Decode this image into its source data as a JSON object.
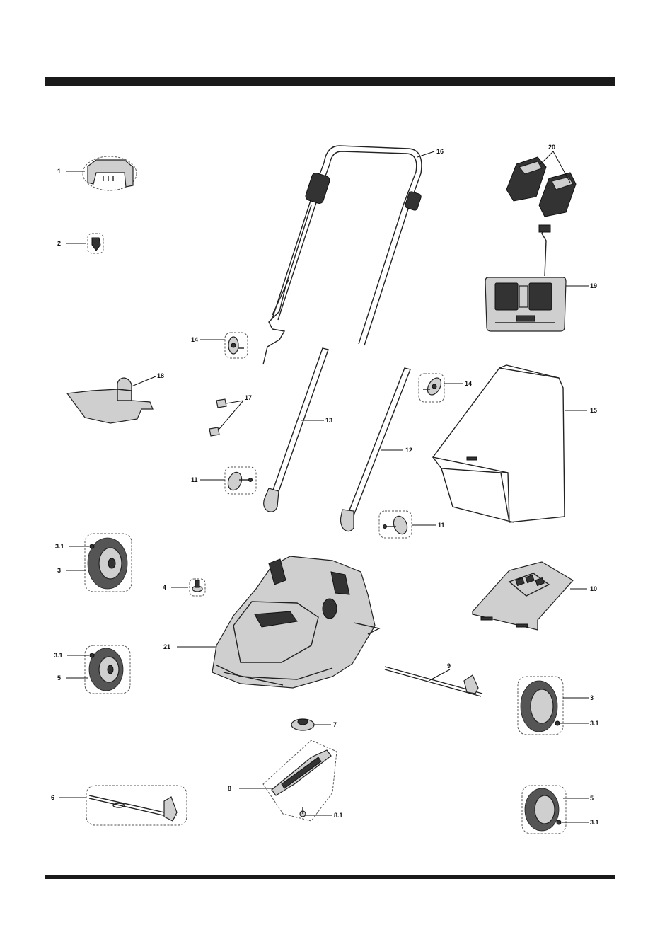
{
  "labels": {
    "p1": "1",
    "p2": "2",
    "p3a": "3",
    "p31a": "3.1",
    "p4": "4",
    "p31b": "3.1",
    "p5a": "5",
    "p6": "6",
    "p7": "7",
    "p8": "8",
    "p81": "8.1",
    "p9": "9",
    "p10": "10",
    "p11a": "11",
    "p11b": "11",
    "p12": "12",
    "p13": "13",
    "p14a": "14",
    "p14b": "14",
    "p15": "15",
    "p16": "16",
    "p17": "17",
    "p18": "18",
    "p19": "19",
    "p20": "20",
    "p21": "21",
    "p3b": "3",
    "p31c": "3.1",
    "p5b": "5",
    "p31d": "3.1"
  },
  "colors": {
    "bars": "#1a1a1a",
    "line_art": "#222222",
    "fill": "#cfcfcf"
  }
}
